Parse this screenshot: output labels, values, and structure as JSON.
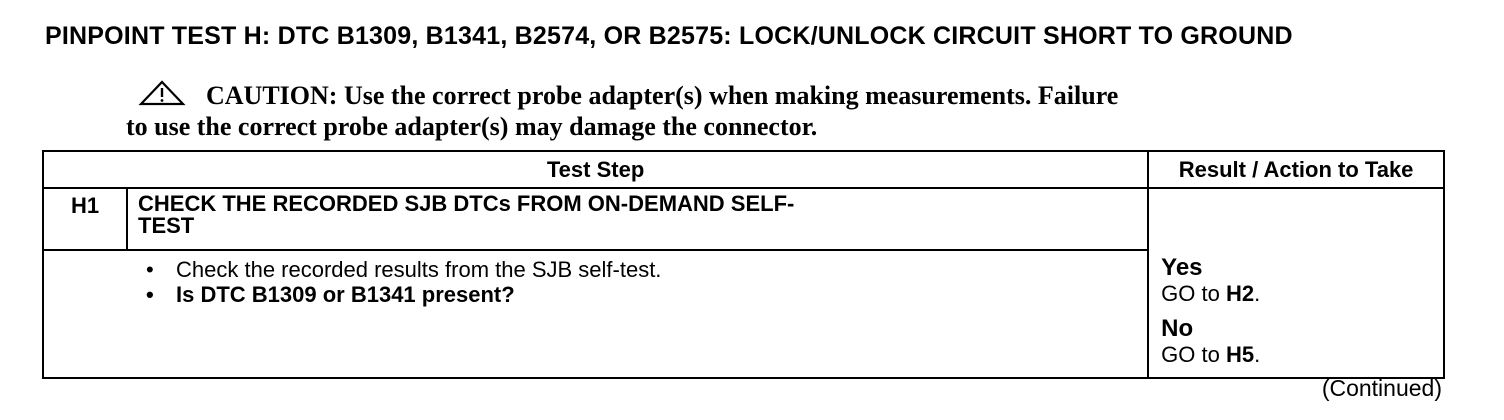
{
  "title": "PINPOINT TEST  H: DTC B1309, B1341, B2574, OR B2575: LOCK/UNLOCK CIRCUIT SHORT TO GROUND",
  "caution": {
    "icon": "warning-triangle-icon",
    "label": "CAUTION:",
    "line1": "Use the correct probe adapter(s) when making measurements. Failure",
    "line2": "to use the correct probe adapter(s) may damage the connector."
  },
  "table": {
    "headers": {
      "step": "Test Step",
      "result": "Result / Action to Take"
    },
    "step": {
      "id": "H1",
      "title": "CHECK THE RECORDED SJB DTCs FROM ON-DEMAND SELF-TEST",
      "bullets": [
        "Check the recorded results from the SJB self-test.",
        "Is DTC B1309 or B1341 present?"
      ],
      "results": [
        {
          "answer": "Yes",
          "action_prefix": "GO to",
          "target": "H2",
          "suffix": "."
        },
        {
          "answer": "No",
          "action_prefix": "GO to",
          "target": "H5",
          "suffix": "."
        }
      ]
    }
  },
  "continued": "(Continued)"
}
